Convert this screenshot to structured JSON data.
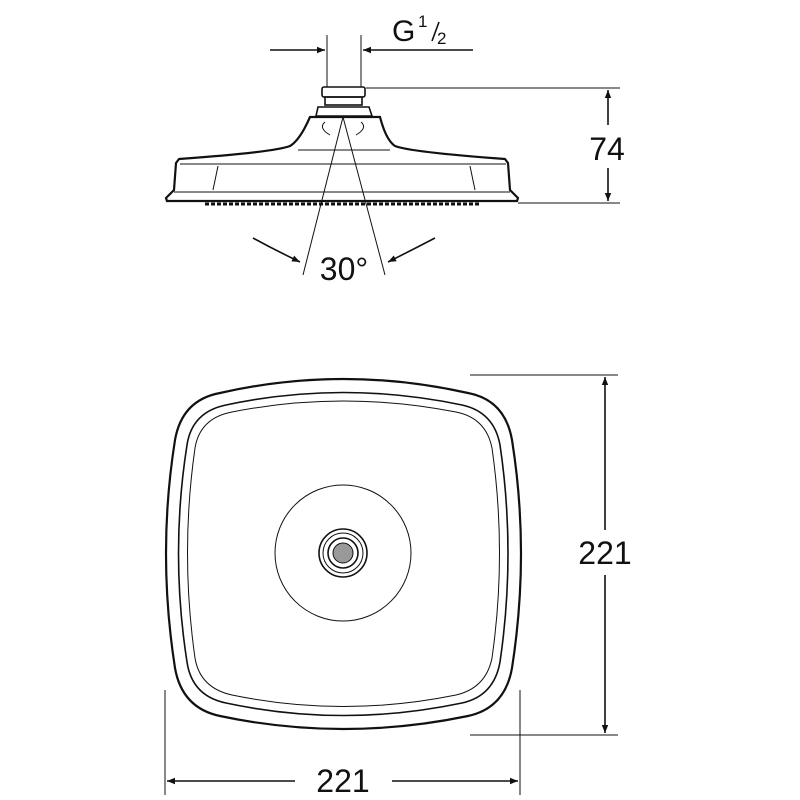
{
  "side_view": {
    "thread_label": "G",
    "thread_fraction_num": "1",
    "thread_fraction_den": "2",
    "height_label": "74",
    "angle_label": "30°"
  },
  "top_view": {
    "depth_label": "221",
    "width_label": "221"
  }
}
